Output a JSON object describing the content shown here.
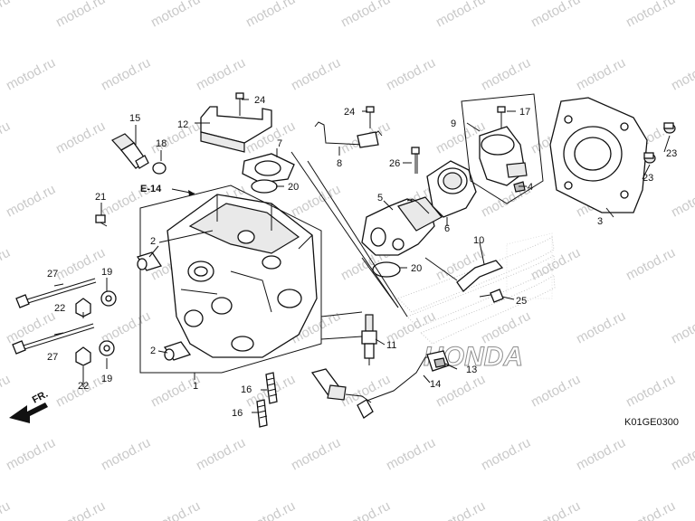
{
  "watermark": "motod.ru",
  "section_ref": "E-14",
  "direction_label": "FR.",
  "diagram_code": "K01GE0300",
  "brand_logo_text": "HONDA",
  "callouts": [
    {
      "id": "c1",
      "text": "1"
    },
    {
      "id": "c2a",
      "text": "2"
    },
    {
      "id": "c2b",
      "text": "2"
    },
    {
      "id": "c3",
      "text": "3"
    },
    {
      "id": "c4",
      "text": "4"
    },
    {
      "id": "c5",
      "text": "5"
    },
    {
      "id": "c6",
      "text": "6"
    },
    {
      "id": "c7",
      "text": "7"
    },
    {
      "id": "c8",
      "text": "8"
    },
    {
      "id": "c9",
      "text": "9"
    },
    {
      "id": "c10",
      "text": "10"
    },
    {
      "id": "c11",
      "text": "11"
    },
    {
      "id": "c12",
      "text": "12"
    },
    {
      "id": "c13",
      "text": "13"
    },
    {
      "id": "c14",
      "text": "14"
    },
    {
      "id": "c15",
      "text": "15"
    },
    {
      "id": "c16a",
      "text": "16"
    },
    {
      "id": "c16b",
      "text": "16"
    },
    {
      "id": "c17",
      "text": "17"
    },
    {
      "id": "c18",
      "text": "18"
    },
    {
      "id": "c19a",
      "text": "19"
    },
    {
      "id": "c19b",
      "text": "19"
    },
    {
      "id": "c20a",
      "text": "20"
    },
    {
      "id": "c20b",
      "text": "20"
    },
    {
      "id": "c21",
      "text": "21"
    },
    {
      "id": "c22a",
      "text": "22"
    },
    {
      "id": "c22b",
      "text": "22"
    },
    {
      "id": "c23a",
      "text": "23"
    },
    {
      "id": "c23b",
      "text": "23"
    },
    {
      "id": "c24a",
      "text": "24"
    },
    {
      "id": "c24b",
      "text": "24"
    },
    {
      "id": "c25",
      "text": "25"
    },
    {
      "id": "c26",
      "text": "26"
    },
    {
      "id": "c27a",
      "text": "27"
    },
    {
      "id": "c27b",
      "text": "27"
    }
  ]
}
